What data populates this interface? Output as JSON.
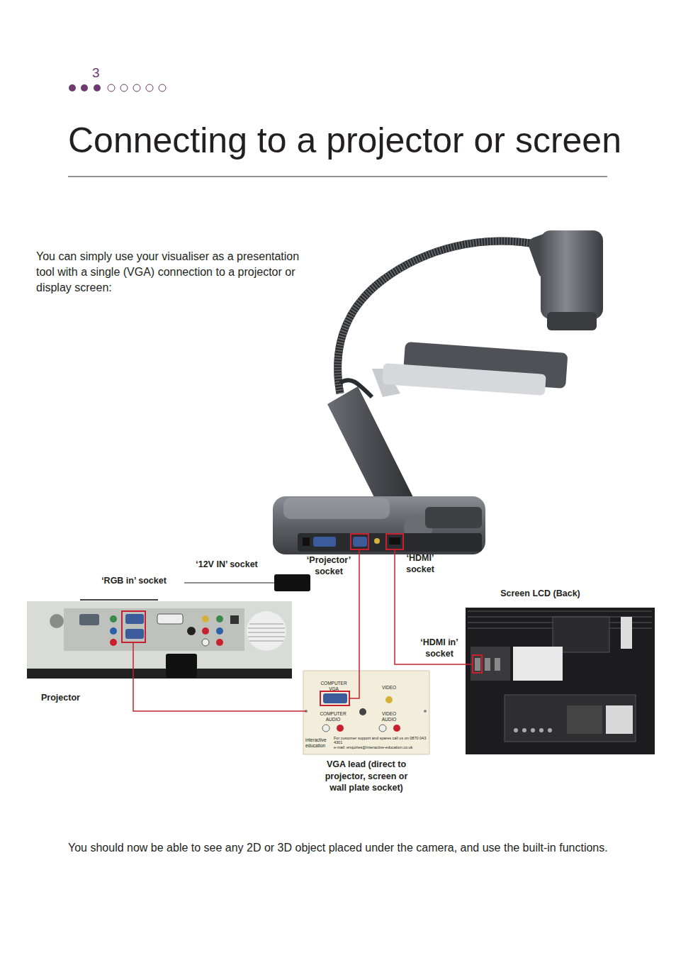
{
  "diagram": {
    "title": "Connecting to a projector or screen",
    "labels": [
      "3",
      "You can simply use your visualiser as a presentation tool with a single (VGA) connection to a projector or display screen:",
      "‘12V IN’ socket",
      "‘Projector’ socket",
      "‘HDMI’ socket",
      "‘RGB in’ socket",
      "Screen LCD (Back)",
      "‘HDMI in’ socket",
      "Projector",
      "COMPUTER VGA",
      "VIDEO",
      "COMPUTER AUDIO",
      "VIDEO AUDIO",
      "interactive education",
      "For customer support and spares call us on 0870 043 4301",
      "e-mail: enquiries@interactive-education.co.uk",
      "VGA lead (direct to projector, screen or wall plate socket)",
      "You should now be able to see any 2D or 3D object placed under the camera, and use the built-in functions."
    ]
  }
}
